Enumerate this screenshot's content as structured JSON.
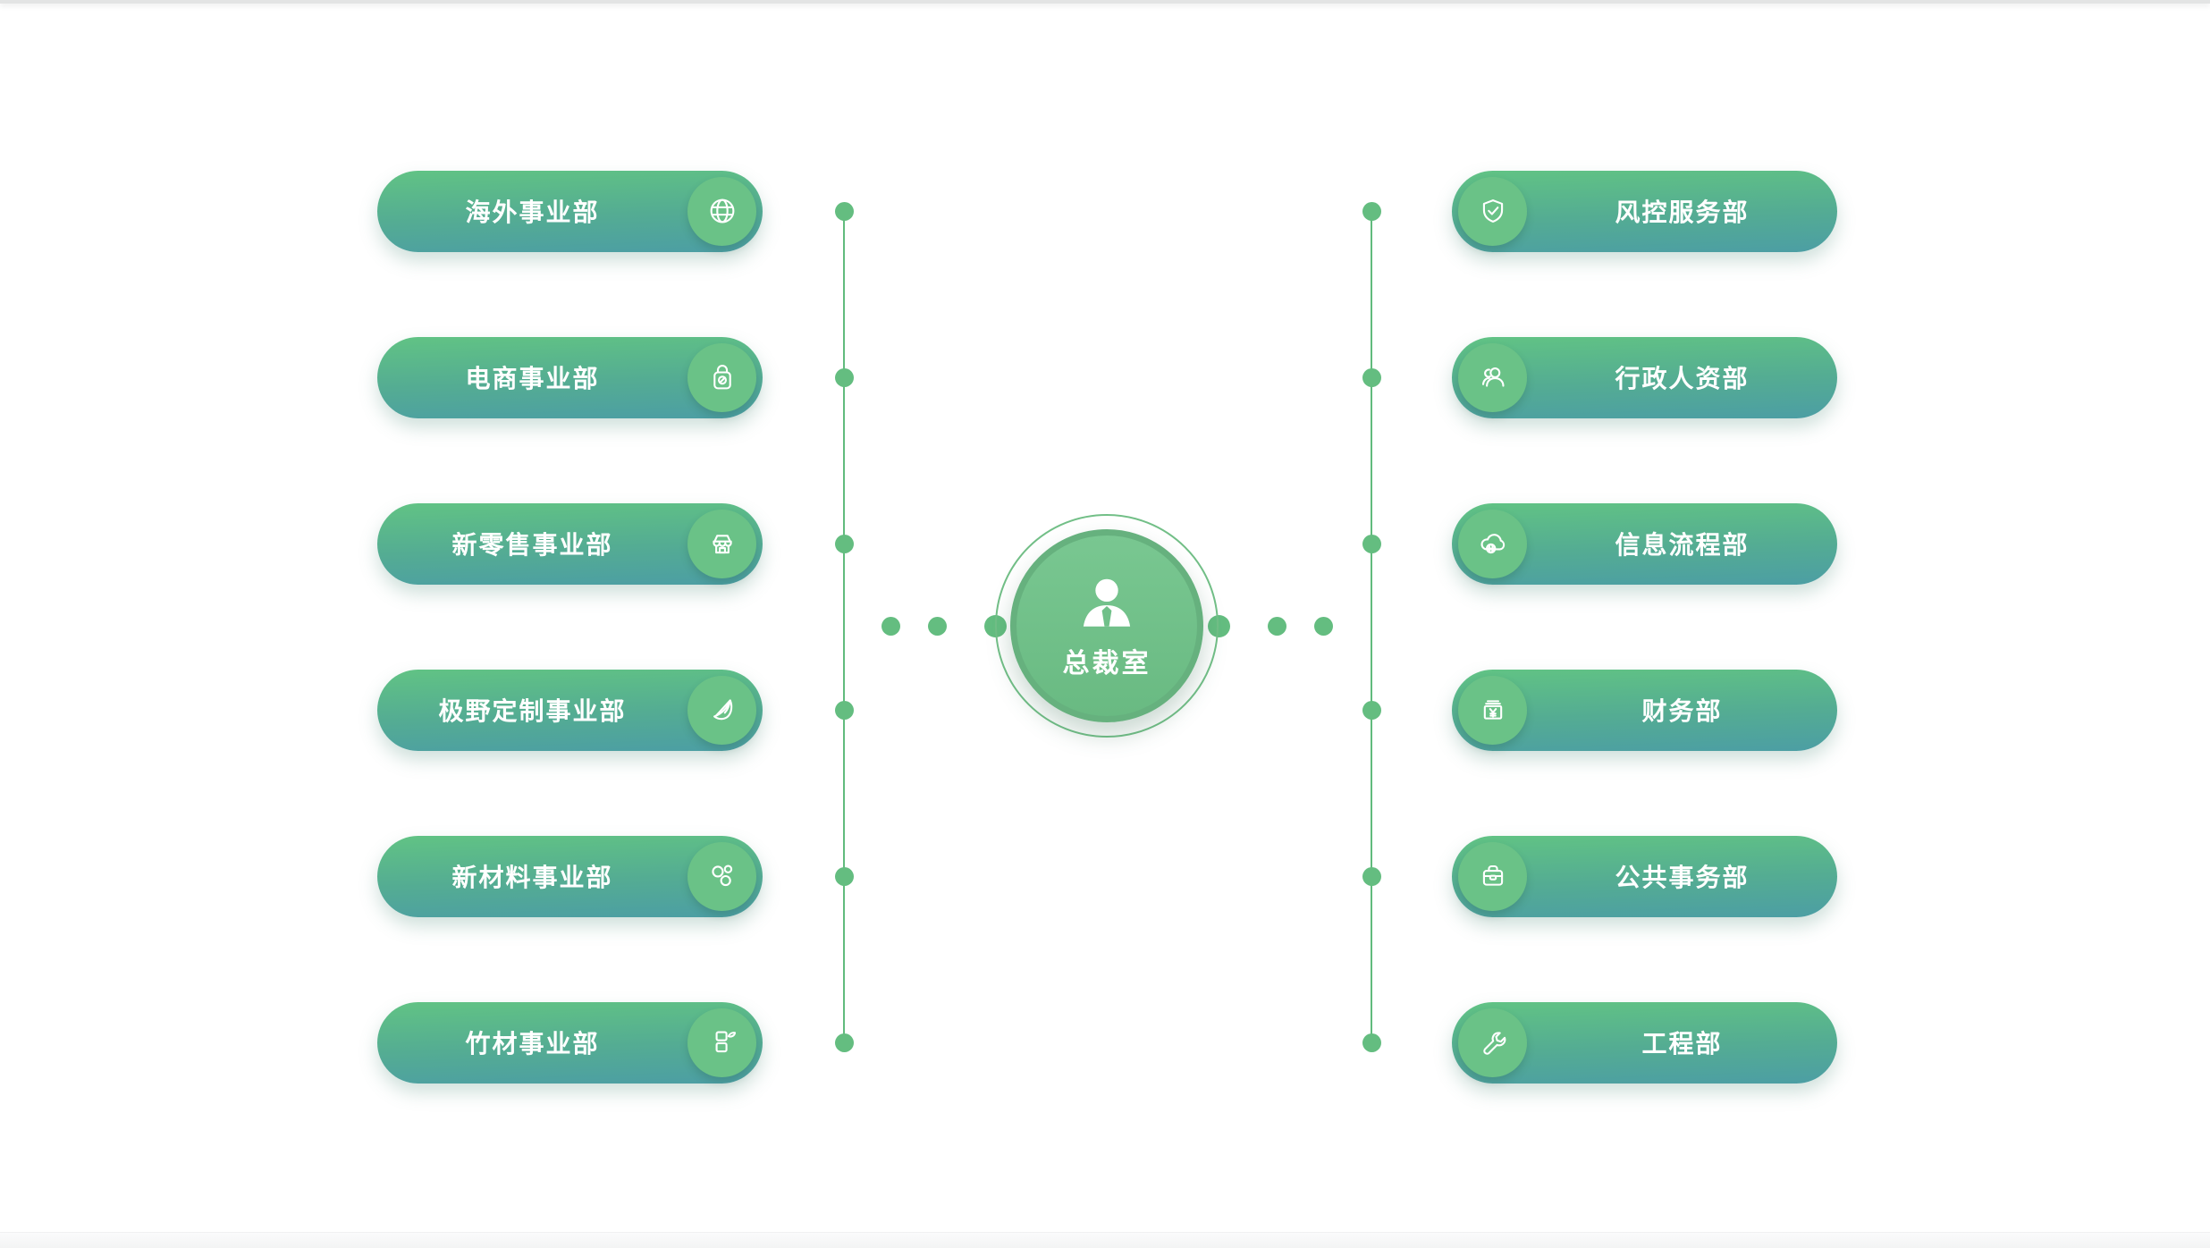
{
  "center": {
    "label": "总裁室",
    "icon": "person-icon",
    "circle_fill": "#74c38c",
    "circle_rim": "#66b17e",
    "ring_color": "#72bf87"
  },
  "colors": {
    "pill_gradient_top": "#61c384",
    "pill_gradient_bottom": "#4c9ea4",
    "icon_circle": "#6ac287",
    "connector_green": "#61bb7d",
    "label_text": "#ffffff",
    "background": "#ffffff"
  },
  "left_branches": [
    {
      "label": "海外事业部",
      "icon": "globe-icon"
    },
    {
      "label": "电商事业部",
      "icon": "shopping-bag-icon"
    },
    {
      "label": "新零售事业部",
      "icon": "storefront-icon"
    },
    {
      "label": "极野定制事业部",
      "icon": "bamboo-shoot-icon"
    },
    {
      "label": "新材料事业部",
      "icon": "molecule-icon"
    },
    {
      "label": "竹材事业部",
      "icon": "bamboo-stalk-icon"
    }
  ],
  "right_branches": [
    {
      "label": "风控服务部",
      "icon": "shield-check-icon"
    },
    {
      "label": "行政人资部",
      "icon": "people-icon"
    },
    {
      "label": "信息流程部",
      "icon": "cloud-globe-icon"
    },
    {
      "label": "财务部",
      "icon": "banknote-yen-icon"
    },
    {
      "label": "公共事务部",
      "icon": "briefcase-icon"
    },
    {
      "label": "工程部",
      "icon": "wrench-icon"
    }
  ]
}
